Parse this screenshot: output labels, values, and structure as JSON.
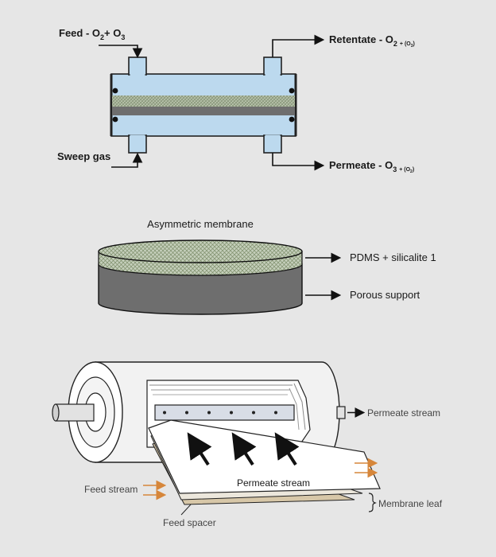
{
  "reactor": {
    "feed_label": "Feed - O",
    "feed_sub1": "2",
    "feed_plus": "+ O",
    "feed_sub2": "3",
    "sweep_label": "Sweep gas",
    "retentate_label": "Retentate - O",
    "retentate_sub": "2",
    "retentate_extra": "+ (O",
    "retentate_extra_sub": "3",
    "retentate_extra_close": ")",
    "permeate_label": "Permeate - O",
    "permeate_sub": "3",
    "permeate_extra": "+ (O",
    "permeate_extra_sub": "2",
    "permeate_extra_close": ")"
  },
  "membrane": {
    "title": "Asymmetric membrane",
    "layer_top": "PDMS + silicalite 1",
    "layer_bottom": "Porous support"
  },
  "spiral": {
    "permeate_outlet": "Permeate stream",
    "permeate_inner": "Permeate stream",
    "feed_stream": "Feed stream",
    "membrane_leaf": "Membrane leaf",
    "feed_spacer": "Feed spacer"
  },
  "colors": {
    "background": "#e6e6e6",
    "module_fill": "#bcd9ee",
    "membrane_layer": "#8f9e84",
    "support": "#6e6e6e",
    "feed_arrow": "#d6863a"
  }
}
